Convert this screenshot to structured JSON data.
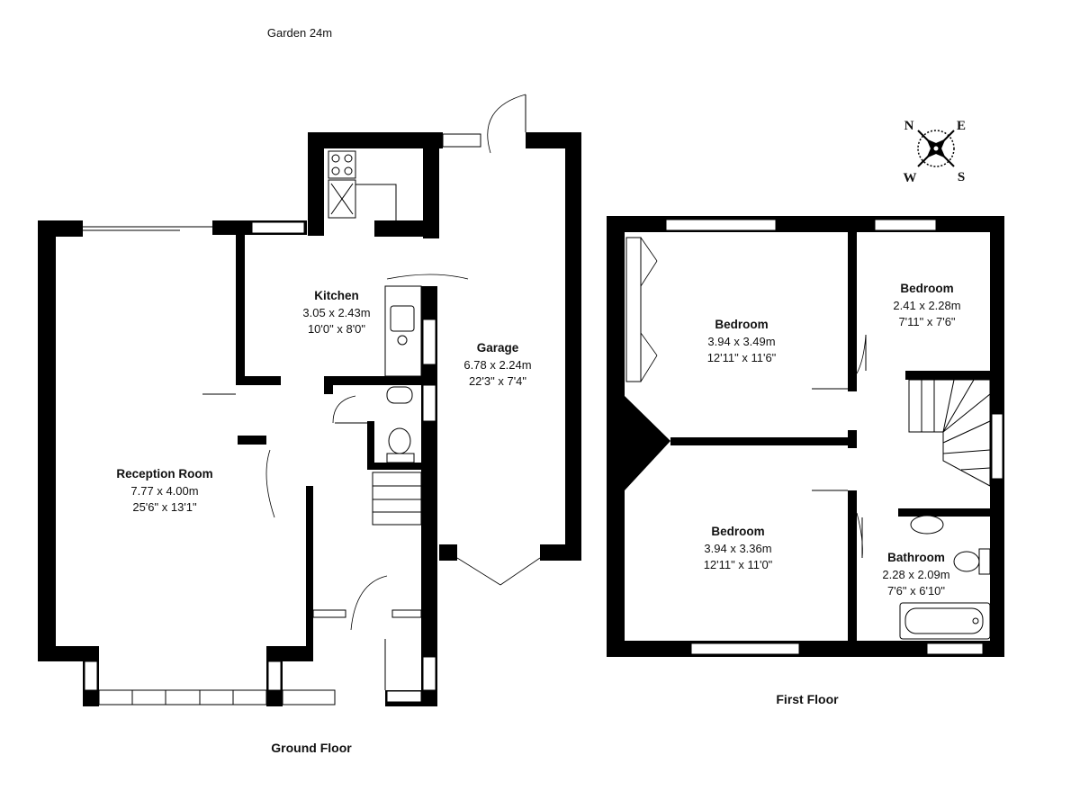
{
  "garden_label": "Garden 24m",
  "compass": {
    "n": "N",
    "e": "E",
    "w": "W",
    "s": "S"
  },
  "ground_floor": {
    "label": "Ground Floor",
    "rooms": [
      {
        "name": "Kitchen",
        "metric": "3.05 x 2.43m",
        "imperial": "10'0\" x 8'0\""
      },
      {
        "name": "Garage",
        "metric": "6.78 x 2.24m",
        "imperial": "22'3\" x 7'4\""
      },
      {
        "name": "Reception Room",
        "metric": "7.77 x 4.00m",
        "imperial": "25'6\" x 13'1\""
      }
    ]
  },
  "first_floor": {
    "label": "First Floor",
    "rooms": [
      {
        "name": "Bedroom",
        "metric": "3.94 x 3.49m",
        "imperial": "12'11\" x 11'6\""
      },
      {
        "name": "Bedroom",
        "metric": "2.41 x 2.28m",
        "imperial": "7'11\" x 7'6\""
      },
      {
        "name": "Bedroom",
        "metric": "3.94 x 3.36m",
        "imperial": "12'11\" x 11'0\""
      },
      {
        "name": "Bathroom",
        "metric": "2.28 x 2.09m",
        "imperial": "7'6\" x 6'10\""
      }
    ]
  }
}
